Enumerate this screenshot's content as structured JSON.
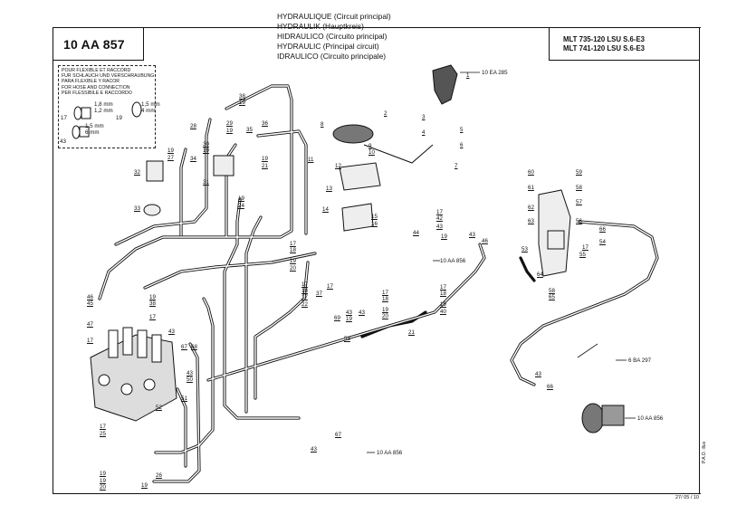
{
  "header": {
    "ref_code": "10 AA 857",
    "titles": [
      "HYDRAULIQUE (Circuit principal)",
      "HYDRAULIK (Hauptkreis)",
      "HIDRAULICO (Circuito principal)",
      "HYDRAULIC (Principal circuit)",
      "IDRAULICO (Circuito principale)"
    ],
    "models": [
      "MLT 735-120 LSU S.6-E3",
      "MLT 741-120 LSU S.6-E3"
    ]
  },
  "legend": {
    "lines": [
      "POUR FLEXIBLE ET RACCORD",
      "FUR SCHLAUCH UND VERSCHRAUBUNG",
      "PARA FLEXIBLE Y RACOR",
      "FOR HOSE AND CONNECTION",
      "PER FLESSIBILE E RACCORDO"
    ],
    "dims": [
      "1,8 mm",
      "1,2 mm",
      "1,5 mm",
      "4 mm",
      "1,5 mm",
      "6 mm"
    ],
    "callouts": [
      "17",
      "43",
      "19"
    ]
  },
  "references": [
    "10 EA 285",
    "10 AA 856",
    "10 AA 856",
    "6 BA 297",
    "10 AA 856"
  ],
  "footer": {
    "date": "27/ 05 / 10",
    "code": "P.A.O. illus"
  },
  "callouts": [
    {
      "n": "1"
    },
    {
      "n": "2"
    },
    {
      "n": "3"
    },
    {
      "n": "4"
    },
    {
      "n": "5"
    },
    {
      "n": "6"
    },
    {
      "n": "7"
    },
    {
      "n": "8"
    },
    {
      "n": "9"
    },
    {
      "n": "10"
    },
    {
      "n": "11"
    },
    {
      "n": "12"
    },
    {
      "n": "13"
    },
    {
      "n": "14"
    },
    {
      "n": "15"
    },
    {
      "n": "16"
    },
    {
      "n": "38"
    },
    {
      "n": "19"
    },
    {
      "n": "28"
    },
    {
      "n": "29"
    },
    {
      "n": "36"
    },
    {
      "n": "19"
    },
    {
      "n": "35"
    },
    {
      "n": "30"
    },
    {
      "n": "19"
    },
    {
      "n": "19"
    },
    {
      "n": "27"
    },
    {
      "n": "34"
    },
    {
      "n": "19"
    },
    {
      "n": "21"
    },
    {
      "n": "32"
    },
    {
      "n": "31"
    },
    {
      "n": "33"
    },
    {
      "n": "19"
    },
    {
      "n": "24"
    },
    {
      "n": "17"
    },
    {
      "n": "18"
    },
    {
      "n": "19"
    },
    {
      "n": "20"
    },
    {
      "n": "17"
    },
    {
      "n": "18"
    },
    {
      "n": "17"
    },
    {
      "n": "22"
    },
    {
      "n": "37"
    },
    {
      "n": "17"
    },
    {
      "n": "43"
    },
    {
      "n": "19"
    },
    {
      "n": "43"
    },
    {
      "n": "69"
    },
    {
      "n": "53"
    },
    {
      "n": "17"
    },
    {
      "n": "18"
    },
    {
      "n": "19"
    },
    {
      "n": "20"
    },
    {
      "n": "21"
    },
    {
      "n": "17"
    },
    {
      "n": "18"
    },
    {
      "n": "19"
    },
    {
      "n": "40"
    },
    {
      "n": "17"
    },
    {
      "n": "42"
    },
    {
      "n": "43"
    },
    {
      "n": "44"
    },
    {
      "n": "19"
    },
    {
      "n": "43"
    },
    {
      "n": "46"
    },
    {
      "n": "60"
    },
    {
      "n": "59"
    },
    {
      "n": "61"
    },
    {
      "n": "58"
    },
    {
      "n": "57"
    },
    {
      "n": "62"
    },
    {
      "n": "63"
    },
    {
      "n": "56"
    },
    {
      "n": "66"
    },
    {
      "n": "54"
    },
    {
      "n": "55"
    },
    {
      "n": "17"
    },
    {
      "n": "53"
    },
    {
      "n": "64"
    },
    {
      "n": "58"
    },
    {
      "n": "65"
    },
    {
      "n": "46"
    },
    {
      "n": "45"
    },
    {
      "n": "47"
    },
    {
      "n": "17"
    },
    {
      "n": "19"
    },
    {
      "n": "38"
    },
    {
      "n": "17"
    },
    {
      "n": "43"
    },
    {
      "n": "67"
    },
    {
      "n": "68"
    },
    {
      "n": "43"
    },
    {
      "n": "50"
    },
    {
      "n": "51"
    },
    {
      "n": "52"
    },
    {
      "n": "17"
    },
    {
      "n": "25"
    },
    {
      "n": "19"
    },
    {
      "n": "26"
    },
    {
      "n": "19"
    },
    {
      "n": "20"
    },
    {
      "n": "19"
    },
    {
      "n": "43"
    },
    {
      "n": "67"
    },
    {
      "n": "43"
    },
    {
      "n": "66"
    }
  ],
  "colors": {
    "line": "#111111",
    "background": "#ffffff"
  }
}
